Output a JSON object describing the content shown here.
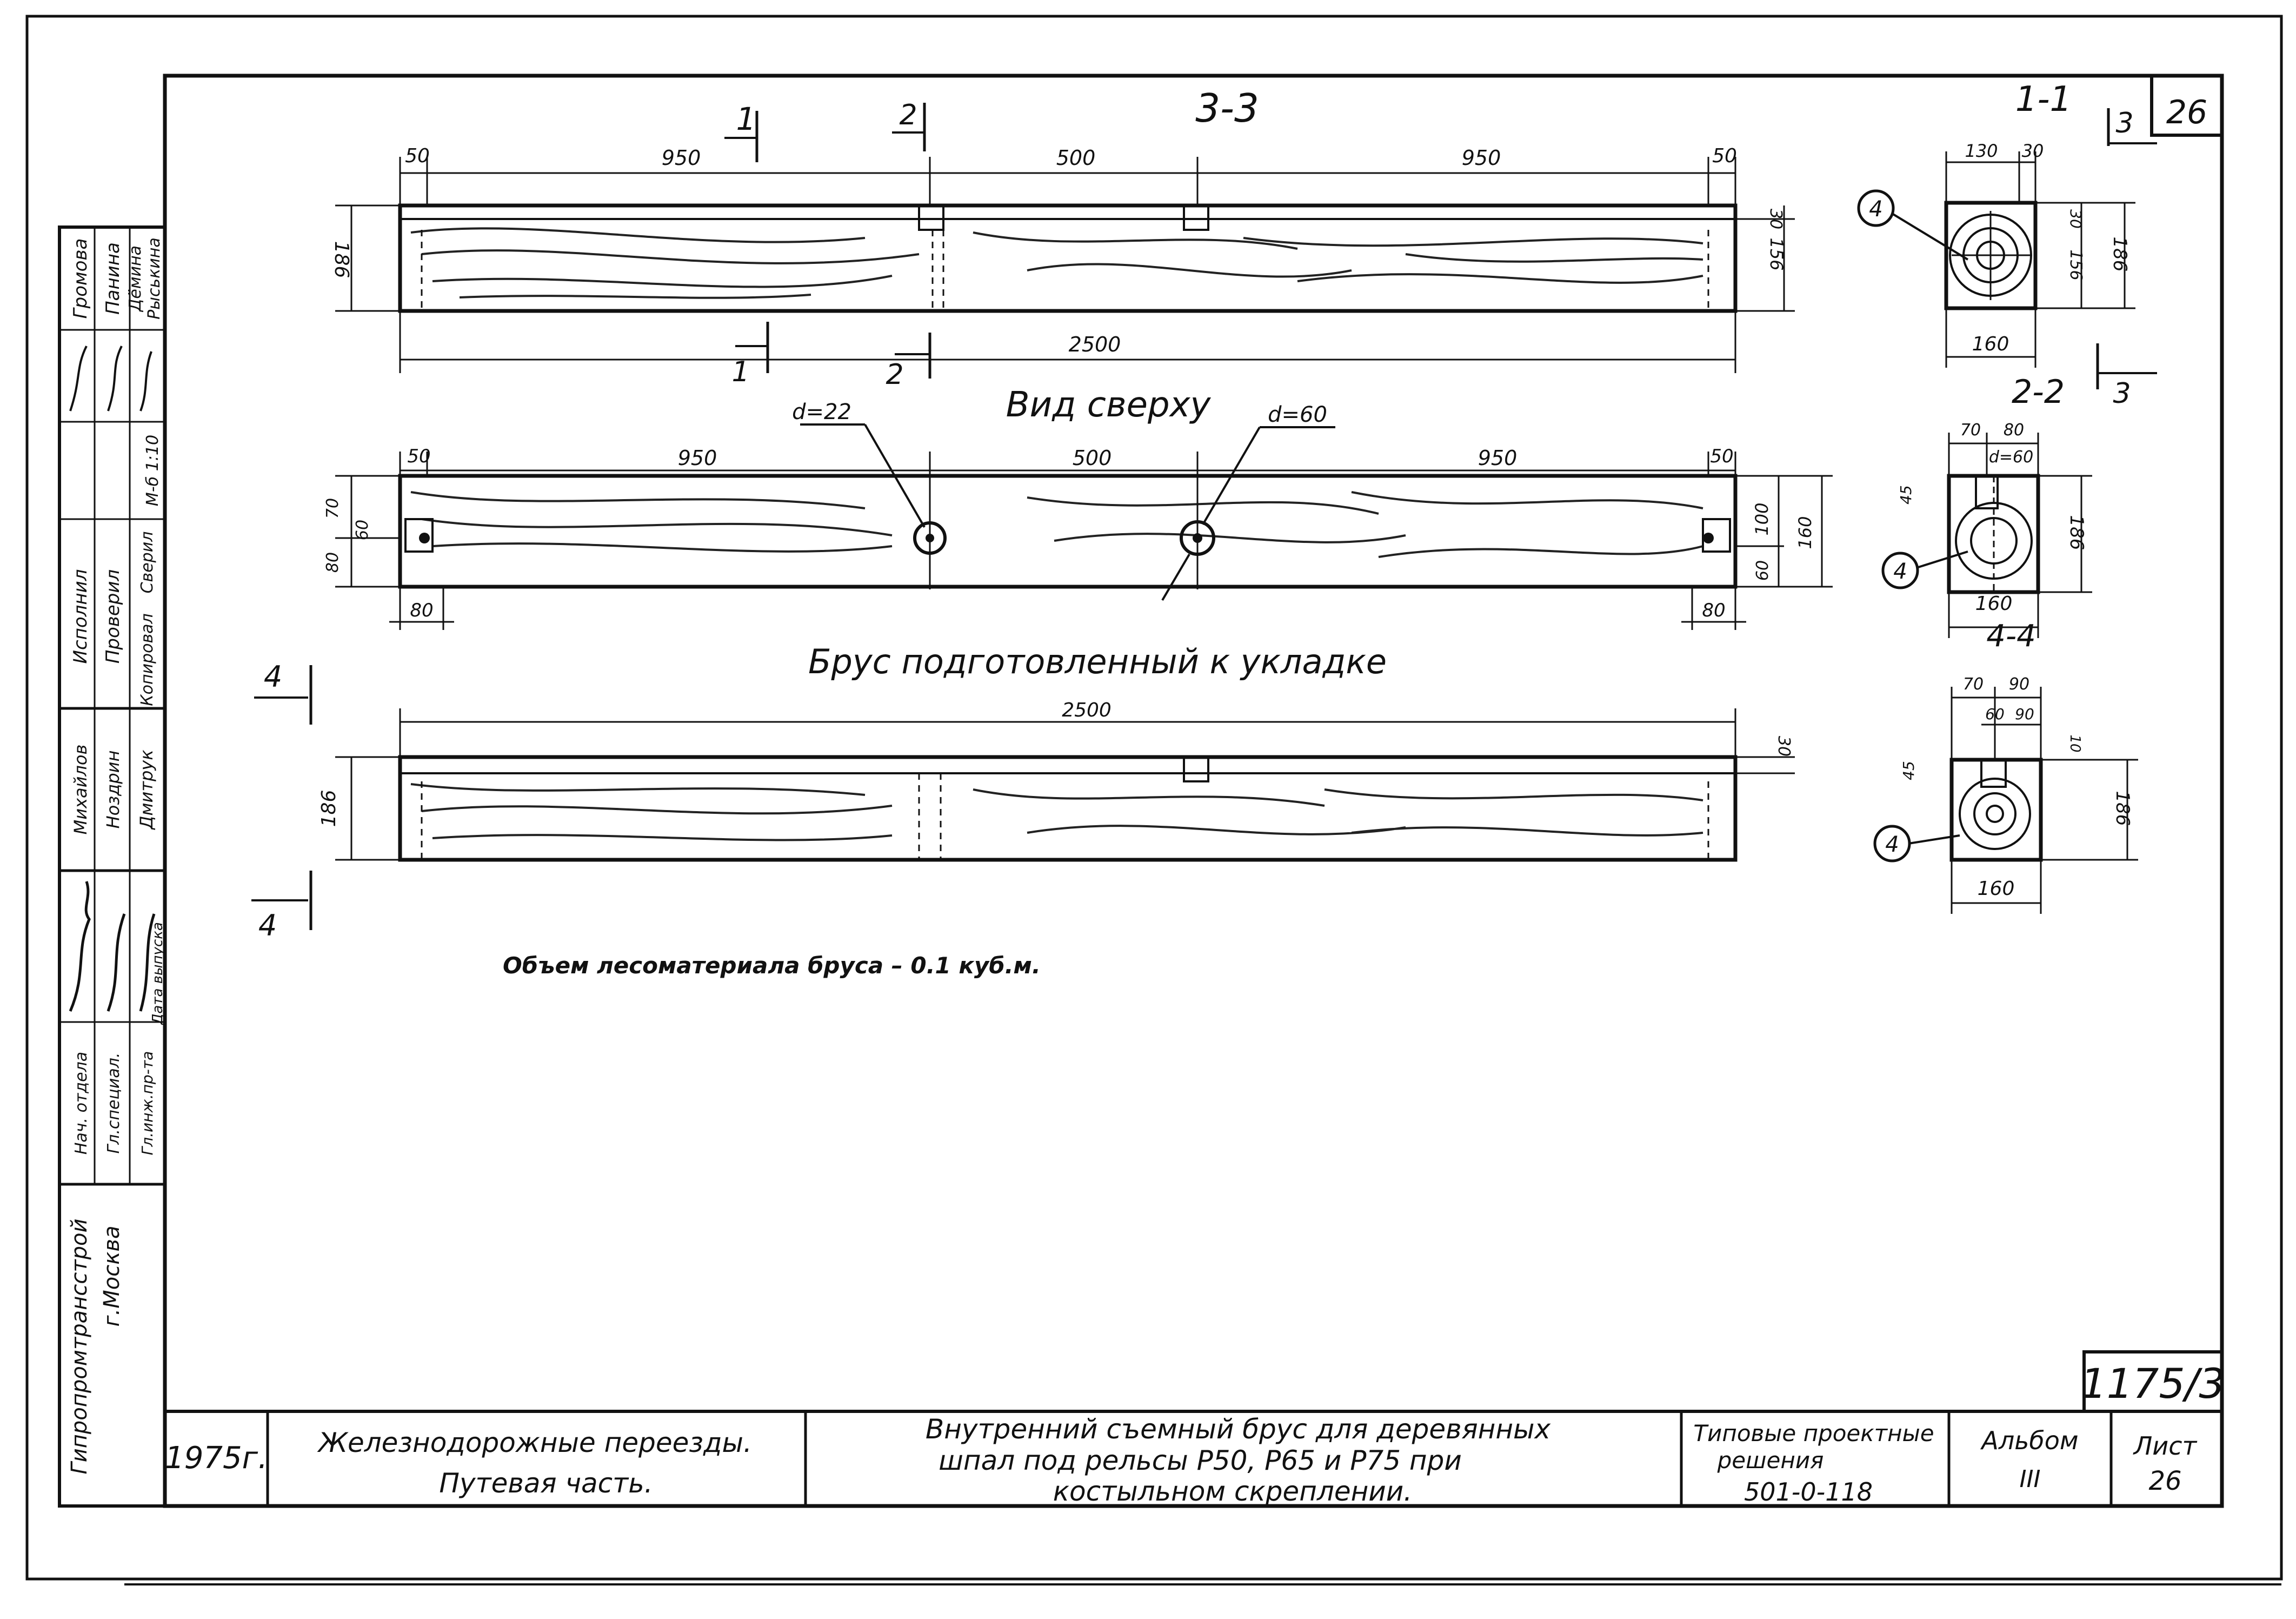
{
  "sheet_number": "26",
  "section_mark": "3",
  "views": {
    "side": {
      "title": "3-3",
      "top_dims": [
        "50",
        "950",
        "500",
        "950",
        "50"
      ],
      "total_length": "2500",
      "height": "186",
      "right_height": "156",
      "right_offset": "30",
      "cut_marks": [
        "1",
        "2"
      ]
    },
    "top": {
      "title": "Вид сверху",
      "hole_small": "d=22",
      "hole_large": "d=60",
      "top_dims": [
        "50",
        "950",
        "500",
        "950",
        "50"
      ],
      "end_pad": "80",
      "left_dims": [
        "80",
        "70"
      ],
      "left_inner": "60",
      "right_dims": [
        "100",
        "60",
        "160"
      ]
    },
    "prepared": {
      "title": "Брус подготовленный к укладке",
      "total_length": "2500",
      "height": "186",
      "offset": "30",
      "cut_mark": "4"
    },
    "volume_note": "Объем лесоматериала бруса – 0.1 куб.м."
  },
  "sections": {
    "s11": {
      "title": "1-1",
      "top": [
        "130",
        "30"
      ],
      "bottom": "160",
      "right": [
        "156",
        "30"
      ],
      "height": "186",
      "callout": "4"
    },
    "s22": {
      "title": "2-2",
      "top": [
        "70",
        "80"
      ],
      "hole": "d=60",
      "left": "45",
      "bottom": "160",
      "height": "186",
      "callout": "4"
    },
    "s44": {
      "title": "4-4",
      "top": [
        "70",
        "90"
      ],
      "inner": [
        "60",
        "90"
      ],
      "left": "45",
      "right": "10",
      "bottom": "160",
      "height": "186",
      "callout": "4"
    }
  },
  "left_stamp": {
    "org": "Гипропромтрансстрой",
    "city": "г.Москва",
    "roles": [
      "Нач. отдела",
      "Гл.специал.",
      "Гл.инж.пр-та",
      "Дата выпуска",
      "Исполнил",
      "Проверил",
      "Сверил",
      "Копировал",
      "М-б 1:10"
    ],
    "names": [
      "Михайлов",
      "Ноздрин",
      "Дмитрук",
      "Громова",
      "Панина",
      "Дёмина",
      "Рыськина"
    ]
  },
  "title_block": {
    "year": "1975г.",
    "subject_line1": "Железнодорожные переезды.",
    "subject_line2": "Путевая часть.",
    "title_line1": "Внутренний съемный брус для деревянных",
    "title_line2": "шпал под рельсы Р50, Р65 и Р75 при",
    "title_line3": "костыльном скреплении.",
    "series_line1": "Типовые проектные",
    "series_line2": "решения",
    "series_code": "501-0-118",
    "album_label": "Альбом",
    "album_value": "III",
    "sheet_label": "Лист",
    "sheet_value": "26",
    "drawing_code": "1175/3"
  }
}
